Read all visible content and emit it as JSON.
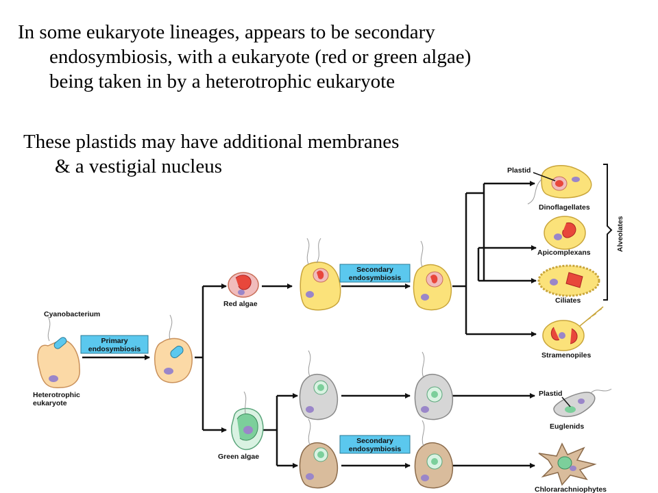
{
  "text": {
    "para1": [
      "In some eukaryote lineages, appears to be secondary",
      "endosymbiosis, with a eukaryote (red or green algae)",
      "being taken in by a heterotrophic eukaryote"
    ],
    "para2": [
      "These plastids may have additional membranes",
      "& a vestigial nucleus"
    ]
  },
  "diagram": {
    "labels": {
      "cyanobacterium": "Cyanobacterium",
      "heterotrophic1": "Heterotrophic",
      "heterotrophic2": "eukaryote",
      "primary1": "Primary",
      "primary2": "endosymbiosis",
      "red_algae": "Red algae",
      "green_algae": "Green algae",
      "secondary_top1": "Secondary",
      "secondary_top2": "endosymbiosis",
      "secondary_bot1": "Secondary",
      "secondary_bot2": "endosymbiosis",
      "plastid_top": "Plastid",
      "plastid_bottom": "Plastid",
      "dinoflagellates": "Dinoflagellates",
      "apicomplexans": "Apicomplexans",
      "ciliates": "Ciliates",
      "stramenopiles": "Stramenopiles",
      "euglenids": "Euglenids",
      "chlorarachniophytes": "Chlorarachniophytes",
      "alveolates": "Alveolates"
    },
    "colors": {
      "box_fill": "#5bc8ee",
      "host_cell": "#fbd9a6",
      "yellow_cell": "#fbe27a",
      "red_plastid": "#e8473b",
      "green_plastid": "#7ccf9b",
      "gray_cell": "#d6d6d6",
      "tan_cell": "#d9bc9c",
      "nucleus": "#9a86c9"
    }
  }
}
